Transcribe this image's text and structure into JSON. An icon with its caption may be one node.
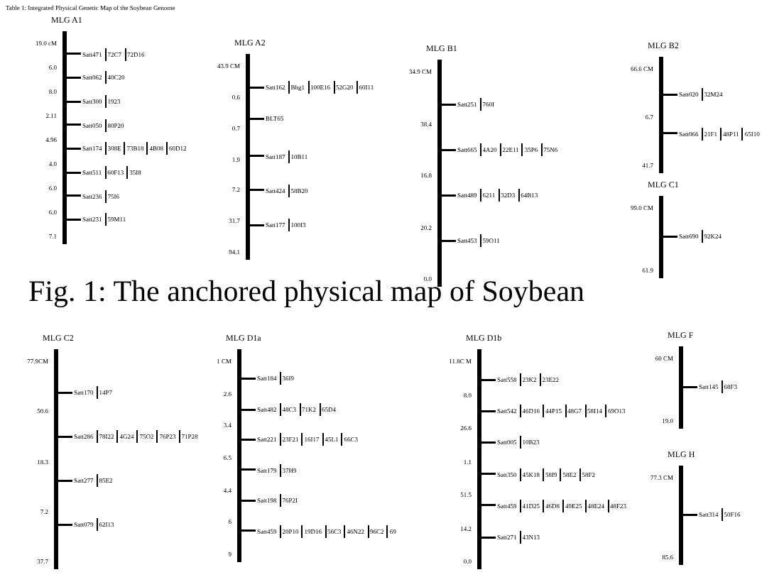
{
  "diagram": {
    "title": "Table 1: Integrated Physical Genetic Map of the Soybean Genome",
    "caption": "Fig. 1: The anchored physical map of Soybean",
    "nodes": [
      {
        "text": [
          "MLG A1"
        ],
        "beside": [
          "19.0 cM",
          "6.0",
          "8.0",
          "2.11",
          "4.96",
          "4.0",
          "6.0",
          "6.0",
          "7.1"
        ]
      },
      {
        "text": [
          "Satt471"
        ],
        "beside": [
          "72C7",
          "72D16"
        ]
      },
      {
        "text": [
          "Satt062"
        ],
        "beside": [
          "40C20"
        ]
      },
      {
        "text": [
          "Satt300"
        ],
        "beside": [
          "1923"
        ]
      },
      {
        "text": [
          "Satt050"
        ],
        "beside": [
          "80P20"
        ]
      },
      {
        "text": [
          "Satt174"
        ],
        "beside": [
          "308E",
          "73B18",
          "4B08",
          "60D12"
        ]
      },
      {
        "text": [
          "Satt511"
        ],
        "beside": [
          "60F13",
          "35I8"
        ]
      },
      {
        "text": [
          "Satt236"
        ],
        "beside": [
          "75I6"
        ]
      },
      {
        "text": [
          "Satt231"
        ],
        "beside": [
          "59M11"
        ]
      },
      {
        "text": [
          "MLG A2"
        ],
        "beside": [
          "43.9 CM",
          "0.6",
          "0.7",
          "1.9",
          "7.2",
          "31.7",
          "94.1"
        ]
      },
      {
        "text": [
          "Satt162"
        ],
        "beside": [
          "Bhg1",
          "100E16",
          "52G20",
          "60I11"
        ]
      },
      {
        "text": [
          "BLT65"
        ]
      },
      {
        "text": [
          "Satt187"
        ],
        "beside": [
          "10B11"
        ]
      },
      {
        "text": [
          "Satt424"
        ],
        "beside": [
          "58B20"
        ]
      },
      {
        "text": [
          "Satt177"
        ],
        "beside": [
          "100I3"
        ]
      },
      {
        "text": [
          "MLG B1"
        ],
        "beside": [
          "34.9 CM",
          "38.4",
          "16.8",
          "20.2",
          "0.0"
        ]
      },
      {
        "text": [
          "Satt251"
        ],
        "beside": [
          "760I"
        ]
      },
      {
        "text": [
          "Satt665"
        ],
        "beside": [
          "4A20",
          "22E11",
          "35P6",
          "75N6"
        ]
      },
      {
        "text": [
          "Satt489"
        ],
        "beside": [
          "6211",
          "32D3",
          "64B13"
        ]
      },
      {
        "text": [
          "Satt453"
        ],
        "beside": [
          "59O11"
        ]
      },
      {
        "text": [
          "MLG B2"
        ],
        "beside": [
          "66.6 CM",
          "6.7",
          "41.7"
        ]
      },
      {
        "text": [
          "Satt020"
        ],
        "beside": [
          "32M24"
        ]
      },
      {
        "text": [
          "Satt066"
        ],
        "beside": [
          "21F1",
          "48P11",
          "65I10"
        ]
      },
      {
        "text": [
          "MLG C1"
        ],
        "beside": [
          "99.0 CM",
          "61.9"
        ]
      },
      {
        "text": [
          "Satt690"
        ],
        "beside": [
          "92K24"
        ]
      },
      {
        "text": [
          "MLG C2"
        ],
        "beside": [
          "77.9CM",
          "50.6",
          "18.3",
          "7.2",
          "37.7"
        ]
      },
      {
        "text": [
          "Satt170"
        ],
        "beside": [
          "14P7"
        ]
      },
      {
        "text": [
          "Satt286"
        ],
        "beside": [
          "78I22",
          "4G24",
          "75O2",
          "76P23",
          "71P28"
        ]
      },
      {
        "text": [
          "Satt277"
        ],
        "beside": [
          "85E2"
        ]
      },
      {
        "text": [
          "Satt079"
        ],
        "beside": [
          "62I13"
        ]
      },
      {
        "text": [
          "MLG D1a"
        ],
        "beside": [
          "1 CM",
          "2.6",
          "3.4",
          "6.5",
          "4.4",
          "6",
          "9"
        ]
      },
      {
        "text": [
          "Satt184"
        ],
        "beside": [
          "36I9"
        ]
      },
      {
        "text": [
          "Satt482"
        ],
        "beside": [
          "48C3",
          "71K2",
          "65D4"
        ]
      },
      {
        "text": [
          "Satt221"
        ],
        "beside": [
          "23F21",
          "16I17",
          "45L1",
          "66C3"
        ]
      },
      {
        "text": [
          "Satt179"
        ],
        "beside": [
          "37H9"
        ]
      },
      {
        "text": [
          "Satt198"
        ],
        "beside": [
          "76P2I"
        ]
      },
      {
        "text": [
          "Satt459"
        ],
        "beside": [
          "20P10",
          "19D16",
          "56C3",
          "46N22",
          "96C2",
          "69"
        ]
      },
      {
        "text": [
          "MLG D1b"
        ],
        "beside": [
          "11.8C M",
          "8.0",
          "26.6",
          "1.1",
          "51.5",
          "14.2",
          "0.0"
        ]
      },
      {
        "text": [
          "Satt558"
        ],
        "beside": [
          "23K2",
          "23E22"
        ]
      },
      {
        "text": [
          "Satt542"
        ],
        "beside": [
          "46D16",
          "44P15",
          "48G7",
          "58I14",
          "69O13"
        ]
      },
      {
        "text": [
          "Satt005"
        ],
        "beside": [
          "10B23"
        ]
      },
      {
        "text": [
          "Satt350"
        ],
        "beside": [
          "45K18",
          "58I9",
          "58E2",
          "58F2"
        ]
      },
      {
        "text": [
          "Satt459"
        ],
        "beside": [
          "41D25",
          "46D8",
          "49E25",
          "48E24",
          "48F23"
        ]
      },
      {
        "text": [
          "Satt271"
        ],
        "beside": [
          "43N13"
        ]
      },
      {
        "text": [
          "MLG F"
        ],
        "beside": [
          "60 CM",
          "19.0"
        ]
      },
      {
        "text": [
          "Satt145"
        ],
        "beside": [
          "68F3"
        ]
      },
      {
        "text": [
          "MLG H"
        ],
        "beside": [
          "77.3 CM",
          "85.6"
        ]
      },
      {
        "text": [
          "Satt314"
        ],
        "beside": [
          "50F16"
        ]
      }
    ]
  }
}
